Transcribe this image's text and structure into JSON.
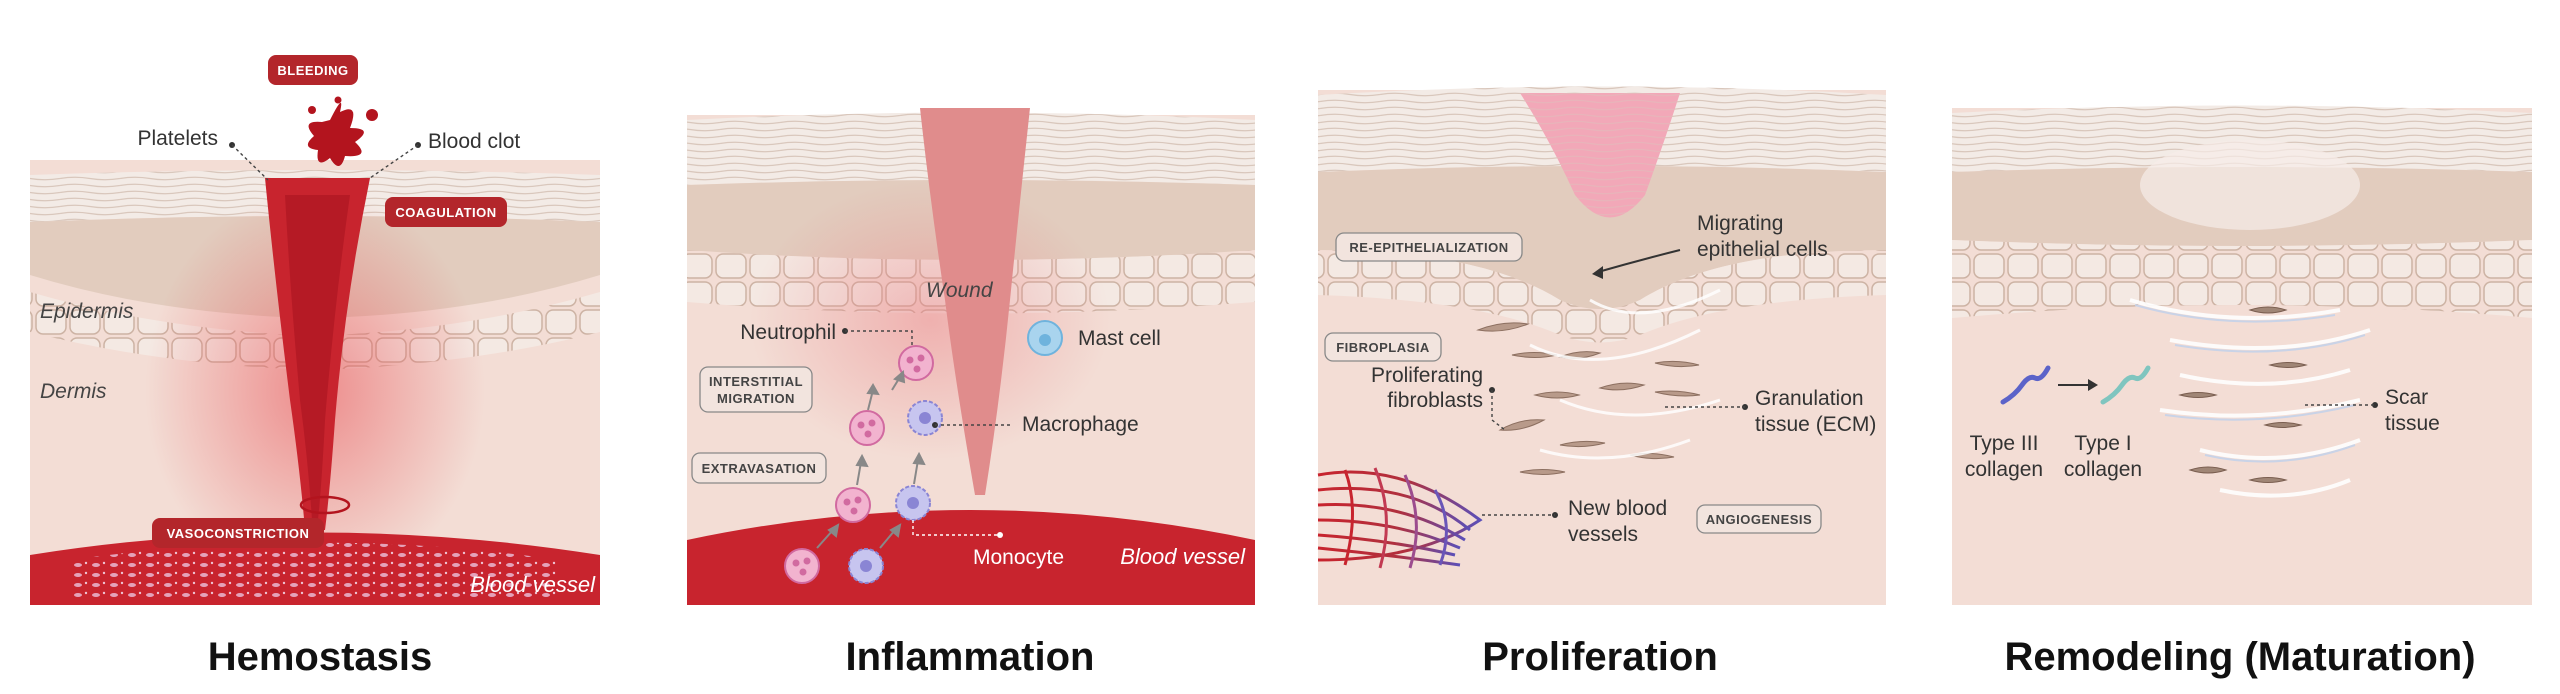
{
  "panels": [
    {
      "title": "Hemostasis",
      "labels": {
        "bleeding": "BLEEDING",
        "platelets": "Platelets",
        "blood_clot": "Blood clot",
        "coagulation": "COAGULATION",
        "epidermis": "Epidermis",
        "dermis": "Dermis",
        "vasoconstriction": "VASOCONSTRICTION",
        "blood_vessel": "Blood vessel"
      }
    },
    {
      "title": "Inflammation",
      "labels": {
        "wound": "Wound",
        "neutrophil": "Neutrophil",
        "mast_cell": "Mast cell",
        "interstitial_1": "INTERSTITIAL",
        "interstitial_2": "MIGRATION",
        "macrophage": "Macrophage",
        "extravasation": "EXTRAVASATION",
        "monocyte": "Monocyte",
        "blood_vessel": "Blood vessel"
      }
    },
    {
      "title": "Proliferation",
      "labels": {
        "re_epithelialization": "RE-EPITHELIALIZATION",
        "migrating_1": "Migrating",
        "migrating_2": "epithelial cells",
        "fibroplasia": "FIBROPLASIA",
        "prolif_1": "Proliferating",
        "prolif_2": "fibroblasts",
        "granulation_1": "Granulation",
        "granulation_2": "tissue (ECM)",
        "new_vessels_1": "New blood",
        "new_vessels_2": "vessels",
        "angiogenesis": "ANGIOGENESIS"
      }
    },
    {
      "title": "Remodeling (Maturation)",
      "labels": {
        "type3_1": "Type III",
        "type3_2": "collagen",
        "type1_1": "Type I",
        "type1_2": "collagen",
        "scar_1": "Scar",
        "scar_2": "tissue"
      }
    }
  ],
  "colors": {
    "skin_top": "#f3ebe6",
    "epidermis": "#e2ccbe",
    "dermis": "#f3ddd5",
    "blood": "#c8242e",
    "wound_inflam": "#e08c8c",
    "wound_prolif": "#f2a8b8",
    "tag_red": "#b3262b",
    "tag_gray": "#f2e4de"
  }
}
